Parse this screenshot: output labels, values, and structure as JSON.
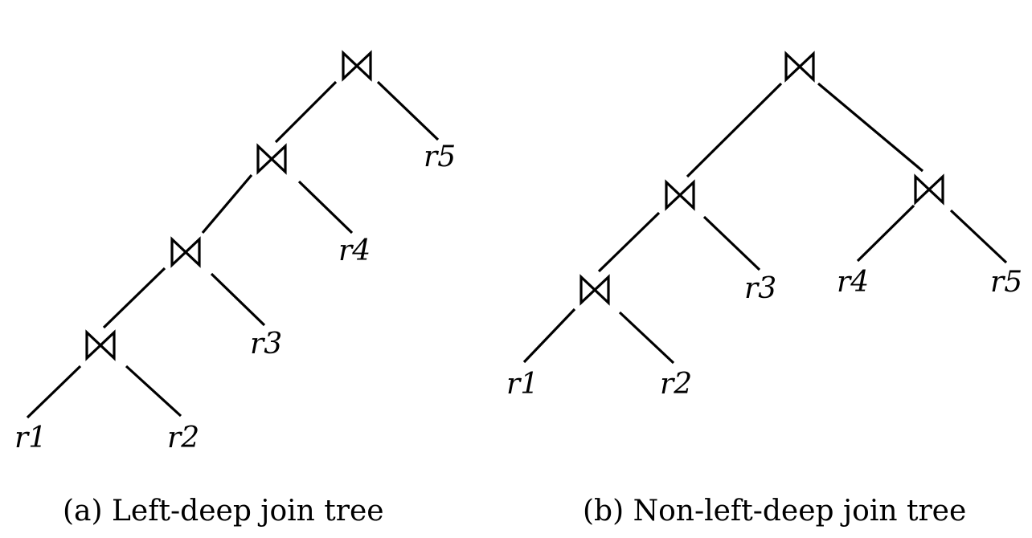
{
  "diagram_a": {
    "caption": "(a) Left-deep join tree",
    "join_symbol": "bowtie-join-icon",
    "leaves": {
      "r1": "r1",
      "r2": "r2",
      "r3": "r3",
      "r4": "r4",
      "r5": "r5"
    }
  },
  "diagram_b": {
    "caption": "(b) Non-left-deep join tree",
    "join_symbol": "bowtie-join-icon",
    "leaves": {
      "r1": "r1",
      "r2": "r2",
      "r3": "r3",
      "r4": "r4",
      "r5": "r5"
    }
  }
}
